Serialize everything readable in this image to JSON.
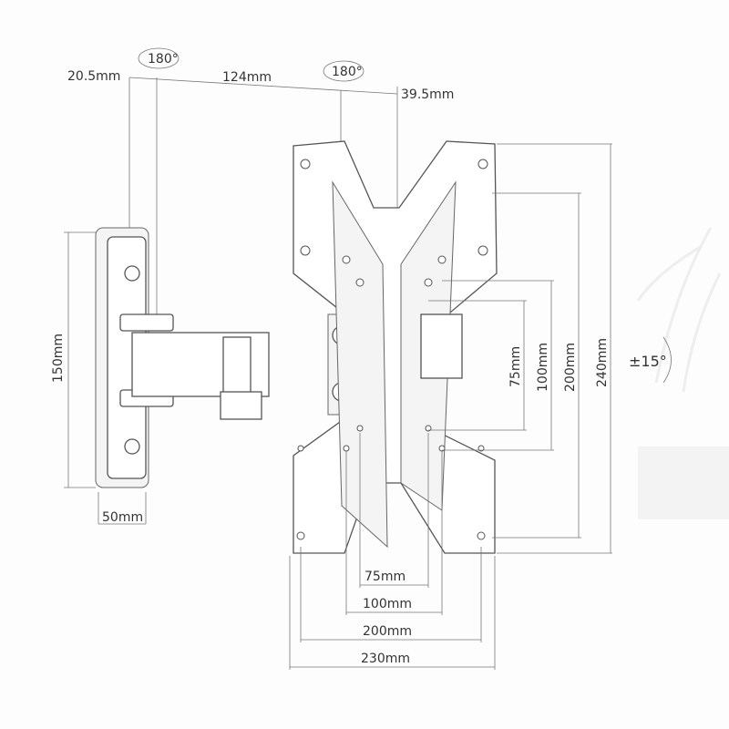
{
  "title": "TV wall mount dimension diagram",
  "dimensions": {
    "wall_offset": "20.5mm",
    "arm_length": "124mm",
    "plate_offset": "39.5mm",
    "swivel_1": "180°",
    "swivel_2": "180°",
    "wall_plate_height": "150mm",
    "wall_plate_width": "50mm",
    "tilt": "±15°",
    "vertical": [
      "75mm",
      "100mm",
      "200mm",
      "240mm"
    ],
    "horizontal": [
      "75mm",
      "100mm",
      "200mm",
      "230mm"
    ]
  }
}
